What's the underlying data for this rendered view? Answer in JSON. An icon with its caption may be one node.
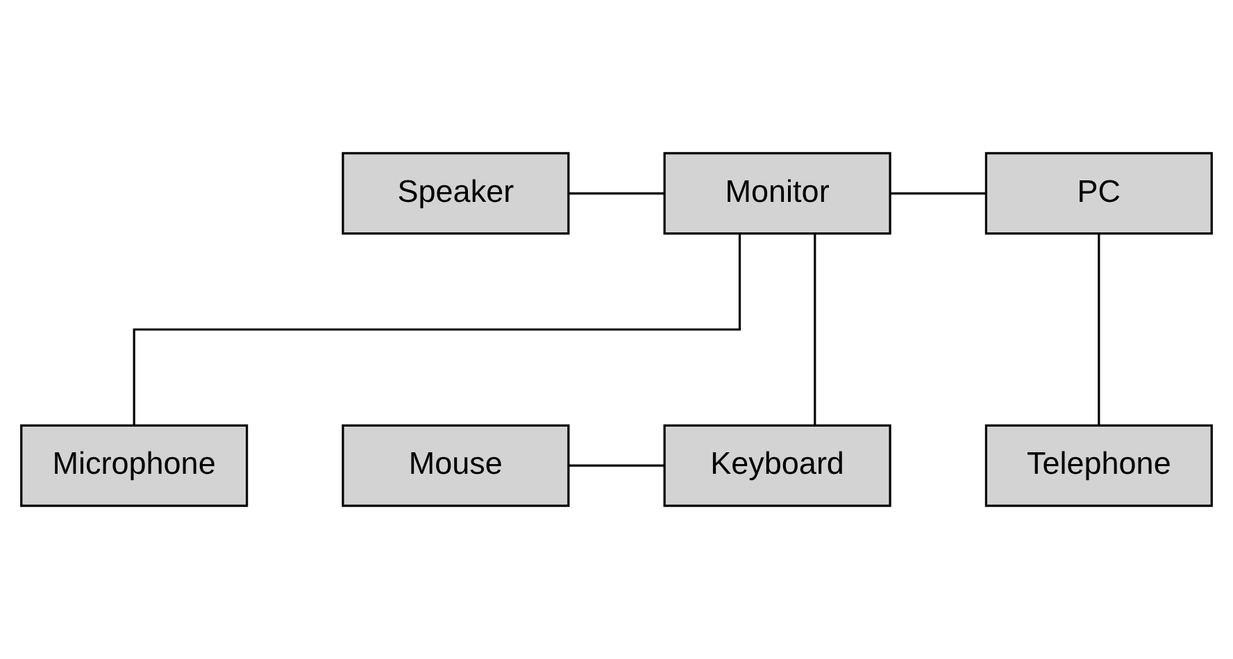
{
  "diagram": {
    "nodes": [
      {
        "text": [
          "Speaker"
        ]
      },
      {
        "text": [
          "PC"
        ]
      },
      {
        "text": [
          "Monitor"
        ]
      },
      {
        "text": [
          "Mouse"
        ]
      },
      {
        "text": [
          "Keyboard"
        ]
      },
      {
        "text": [
          "Microphone"
        ]
      },
      {
        "text": [
          "Telephone"
        ]
      }
    ],
    "edges": [
      {
        "from": 0,
        "to": 2,
        "arrow": "none"
      },
      {
        "from": 2,
        "to": 1,
        "arrow": "none"
      },
      {
        "from": 2,
        "to": 4,
        "arrow": "none"
      },
      {
        "from": 2,
        "to": 5,
        "arrow": "none"
      },
      {
        "from": 1,
        "to": 6,
        "arrow": "none"
      },
      {
        "from": 3,
        "to": 4,
        "arrow": "none"
      }
    ]
  }
}
